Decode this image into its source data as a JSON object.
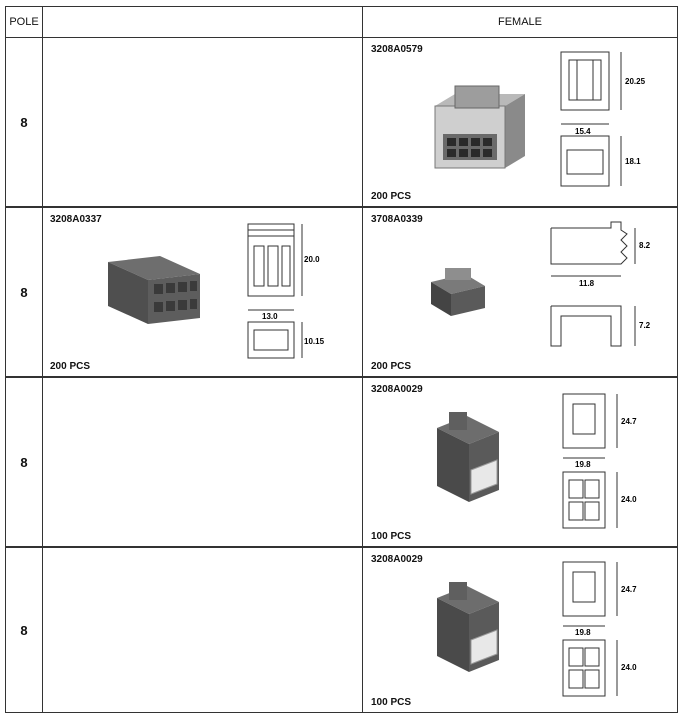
{
  "header": {
    "pole": "POLE",
    "female": "FEMALE"
  },
  "rows": [
    {
      "pole": "8",
      "female": {
        "part": "3208A0579",
        "qty": "200 PCS",
        "dim_h1": "20.25",
        "dim_w": "15.4",
        "dim_h2": "18.1"
      }
    },
    {
      "pole": "8",
      "male": {
        "part": "3208A0337",
        "qty": "200 PCS",
        "dim_h1": "20.0",
        "dim_w": "13.0",
        "dim_h2": "10.15"
      },
      "female": {
        "part": "3708A0339",
        "qty": "200 PCS",
        "dim_h1": "8.2",
        "dim_w": "11.8",
        "dim_h2": "7.2"
      }
    },
    {
      "pole": "8",
      "female": {
        "part": "3208A0029",
        "qty": "100 PCS",
        "dim_h1": "24.7",
        "dim_w": "19.8",
        "dim_h2": "24.0"
      }
    },
    {
      "pole": "8",
      "female": {
        "part": "3208A0029",
        "qty": "100 PCS",
        "dim_h1": "24.7",
        "dim_w": "19.8",
        "dim_h2": "24.0"
      }
    }
  ]
}
